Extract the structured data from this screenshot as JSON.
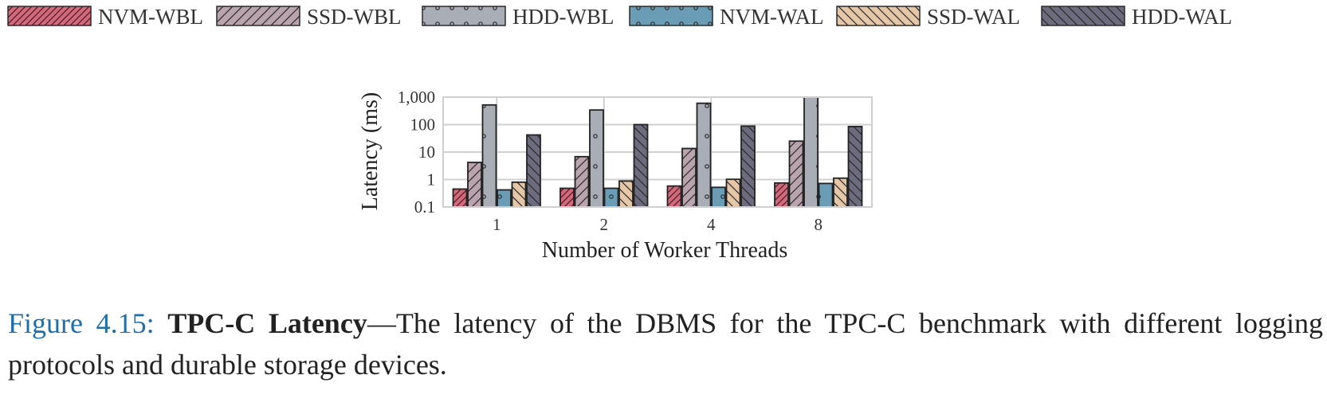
{
  "chart_data": {
    "type": "bar",
    "categories": [
      "1",
      "2",
      "4",
      "8"
    ],
    "xlabel": "Number of Worker Threads",
    "ylabel": "Latency (ms)",
    "yscale": "log",
    "ylim": [
      0.1,
      1000
    ],
    "yticks": [
      "0.1",
      "1",
      "10",
      "100",
      "1,000"
    ],
    "grid": true,
    "legend_position": "top",
    "series": [
      {
        "name": "NVM-WBL",
        "values": [
          0.45,
          0.48,
          0.58,
          0.75
        ],
        "color": "#d9677b",
        "pattern": "diag-fwd-dense"
      },
      {
        "name": "SSD-WBL",
        "values": [
          4.2,
          6.8,
          13.5,
          25
        ],
        "color": "#b9a4ad",
        "pattern": "diag-fwd"
      },
      {
        "name": "HDD-WBL",
        "values": [
          520,
          340,
          600,
          1000
        ],
        "color": "#a8adb6",
        "pattern": "dots"
      },
      {
        "name": "NVM-WAL",
        "values": [
          0.42,
          0.48,
          0.52,
          0.72
        ],
        "color": "#6a9db5",
        "pattern": "dots"
      },
      {
        "name": "SSD-WAL",
        "values": [
          0.8,
          0.88,
          1.02,
          1.12
        ],
        "color": "#e5c7a7",
        "pattern": "diag-back"
      },
      {
        "name": "HDD-WAL",
        "values": [
          42,
          100,
          88,
          85
        ],
        "color": "#6c6c7e",
        "pattern": "diag-back"
      }
    ]
  },
  "caption": {
    "number": "Figure 4.15:",
    "title": "TPC-C Latency",
    "text": "—The latency of the DBMS for the TPC-C benchmark with different logging protocols and durable storage devices."
  }
}
